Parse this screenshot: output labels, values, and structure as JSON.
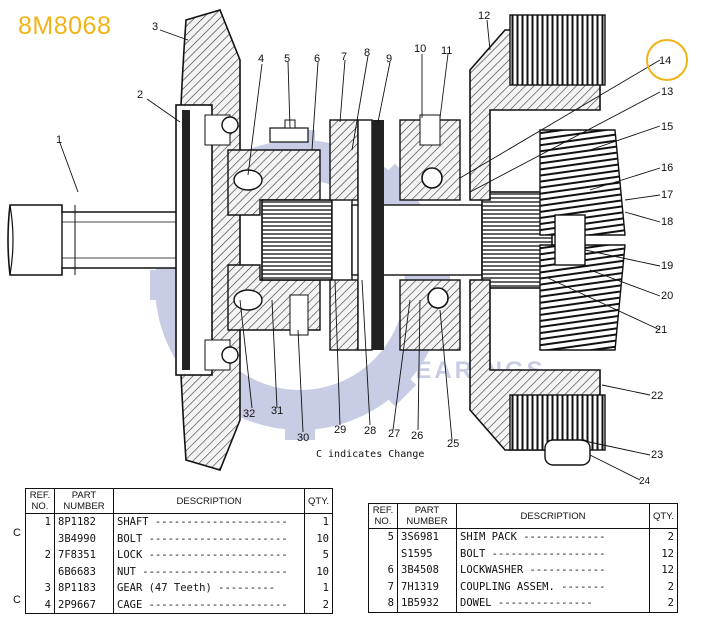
{
  "page_title": "8M8068",
  "legend": "C  indicates  Change",
  "watermark_text": "BEARINGS",
  "highlight_color": "#f2b316",
  "callouts": [
    "1",
    "2",
    "3",
    "4",
    "5",
    "6",
    "7",
    "8",
    "9",
    "10",
    "11",
    "12",
    "13",
    "14",
    "15",
    "16",
    "17",
    "18",
    "19",
    "20",
    "21",
    "22",
    "23",
    "24",
    "25",
    "26",
    "27",
    "28",
    "29",
    "30",
    "31",
    "32"
  ],
  "table_headers": {
    "ref": "REF. NO.",
    "part": "PART NUMBER",
    "desc": "DESCRIPTION",
    "qty": "QTY."
  },
  "left_table": [
    {
      "change": "C",
      "ref": "1",
      "part": "8P1182",
      "desc": "SHAFT",
      "qty": "1"
    },
    {
      "change": "",
      "ref": "",
      "part": "3B4990",
      "desc": "BOLT",
      "qty": "10"
    },
    {
      "change": "",
      "ref": "2",
      "part": "7F8351",
      "desc": "LOCK",
      "qty": "5"
    },
    {
      "change": "",
      "ref": "",
      "part": "6B6683",
      "desc": "NUT",
      "qty": "10"
    },
    {
      "change": "C",
      "ref": "3",
      "part": "8P1183",
      "desc": "GEAR  (47 Teeth)",
      "qty": "1"
    },
    {
      "change": "",
      "ref": "4",
      "part": "2P9667",
      "desc": "CAGE",
      "qty": "2"
    }
  ],
  "right_table": [
    {
      "ref": "5",
      "part": "3S6981",
      "desc": "SHIM  PACK",
      "qty": "2"
    },
    {
      "ref": "",
      "part": "S1595",
      "desc": "BOLT",
      "qty": "12"
    },
    {
      "ref": "6",
      "part": "3B4508",
      "desc": "LOCKWASHER",
      "qty": "12"
    },
    {
      "ref": "7",
      "part": "7H1319",
      "desc": "COUPLING  ASSEM.",
      "qty": "2"
    },
    {
      "ref": "8",
      "part": "1B5932",
      "desc": "DOWEL",
      "qty": "2"
    }
  ]
}
